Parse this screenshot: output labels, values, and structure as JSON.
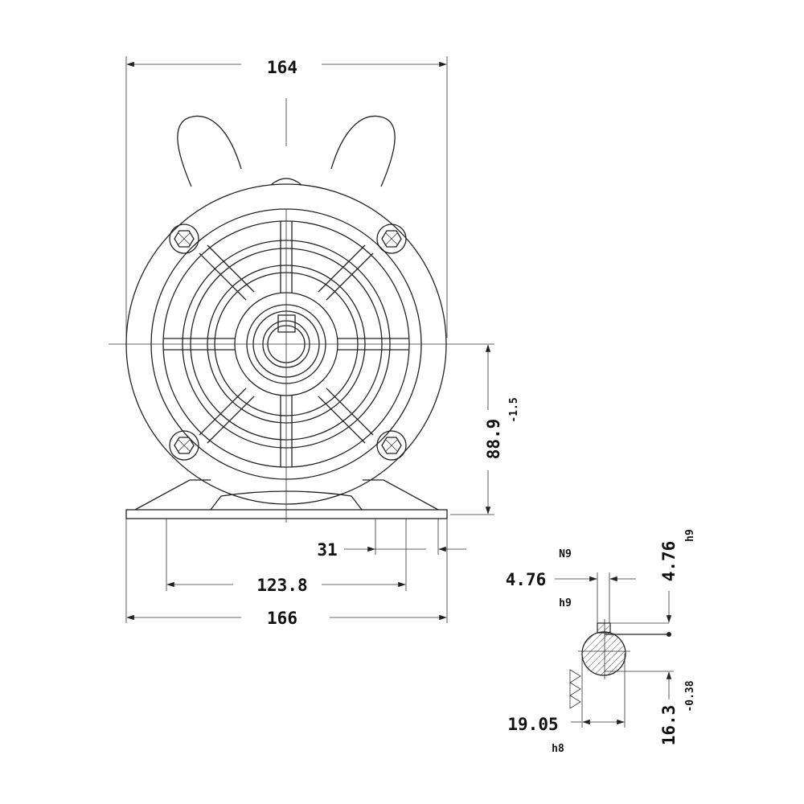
{
  "dimensions": {
    "width_top": "164",
    "width_base": "166",
    "hole_spacing": "123.8",
    "foot_width": "31",
    "shaft_height": "88.9",
    "shaft_height_tol": "-1.5",
    "key_width": "4.76",
    "key_width_fit_top": "N9",
    "key_width_fit_bottom": "h9",
    "key_height": "4.76",
    "key_height_fit": "h9",
    "shaft_diameter": "19.05",
    "shaft_diameter_fit": "h8",
    "shaft_flat": "16.3",
    "shaft_flat_tol": "-0.38"
  },
  "colors": {
    "line": "#222222",
    "background": "#ffffff"
  }
}
